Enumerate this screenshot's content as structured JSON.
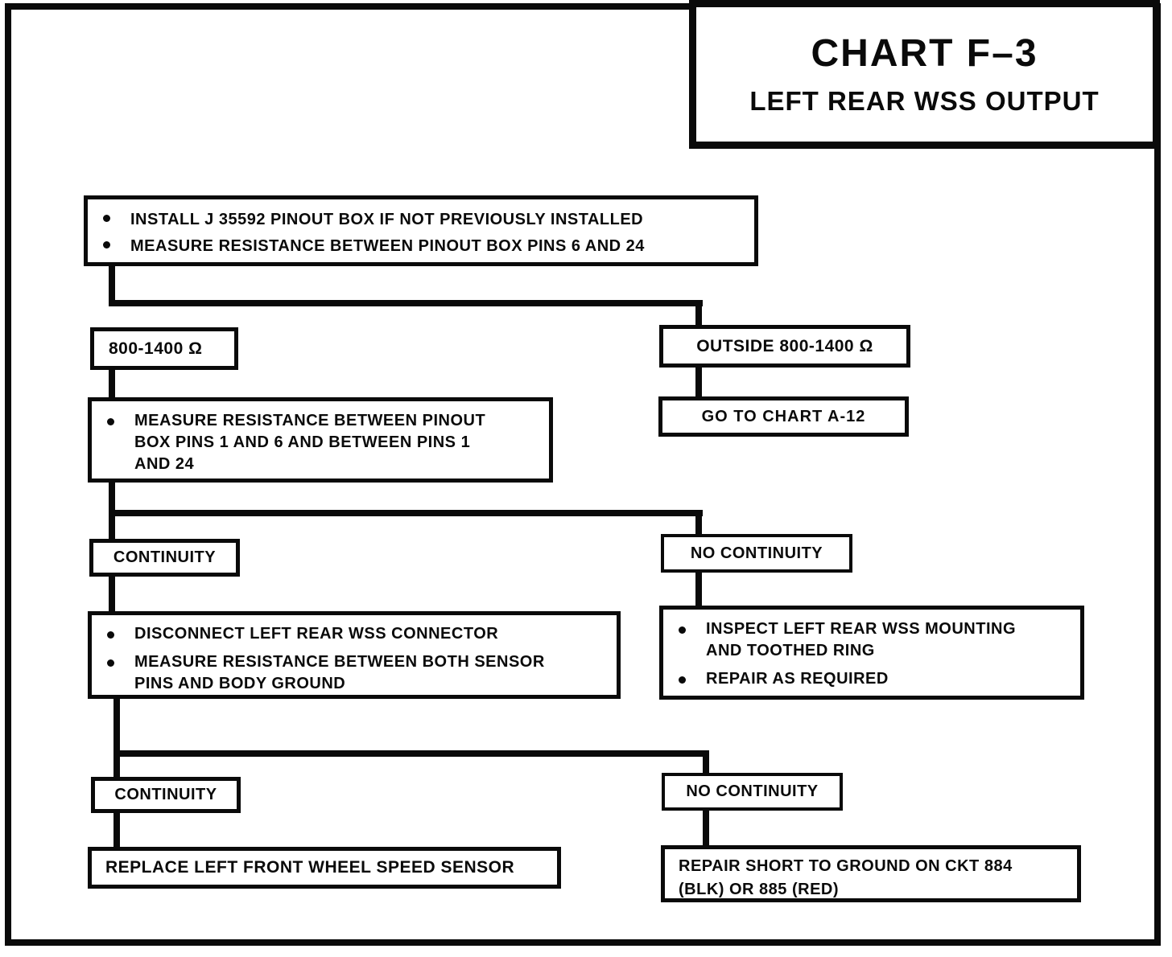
{
  "title": {
    "line1": "CHART F–3",
    "line2": "LEFT REAR WSS OUTPUT"
  },
  "nodes": {
    "step1": {
      "bullet1": "INSTALL J 35592 PINOUT BOX IF NOT PREVIOUSLY INSTALLED",
      "bullet2": "MEASURE RESISTANCE BETWEEN PINOUT BOX PINS 6 AND 24"
    },
    "in_range": {
      "label": "800-1400  Ω"
    },
    "outside": {
      "label": "OUTSIDE 800-1400  Ω"
    },
    "goto_chart": {
      "label": "GO TO CHART A-12"
    },
    "measure_pins": {
      "line1": "MEASURE RESISTANCE BETWEEN PINOUT",
      "line2": "BOX PINS 1 AND 6 AND BETWEEN PINS 1",
      "line3": "AND 24"
    },
    "continuity1": {
      "label": "CONTINUITY"
    },
    "no_continuity1": {
      "label": "NO CONTINUITY"
    },
    "disconnect": {
      "bullet1": "DISCONNECT LEFT REAR WSS CONNECTOR",
      "bullet2_line1": "MEASURE RESISTANCE BETWEEN BOTH SENSOR",
      "bullet2_line2": "PINS AND BODY GROUND"
    },
    "inspect": {
      "bullet1_line1": "INSPECT LEFT REAR WSS MOUNTING",
      "bullet1_line2": "AND TOOTHED RING",
      "bullet2": "REPAIR AS REQUIRED"
    },
    "continuity2": {
      "label": "CONTINUITY"
    },
    "no_continuity2": {
      "label": "NO CONTINUITY"
    },
    "replace": {
      "label": "REPLACE LEFT FRONT WHEEL SPEED SENSOR"
    },
    "repair_short": {
      "line1": "REPAIR SHORT TO GROUND ON CKT 884",
      "line2": "(BLK) OR 885 (RED)"
    }
  },
  "colors": {
    "ink": "#0a0a0a",
    "paper": "#ffffff"
  }
}
